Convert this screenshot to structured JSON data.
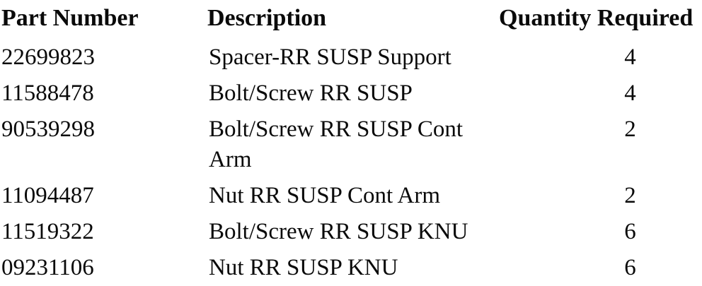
{
  "table": {
    "columns": [
      {
        "label": "Part Number"
      },
      {
        "label": "Description"
      },
      {
        "label": "Quantity Required"
      }
    ],
    "rows": [
      {
        "part_number": "22699823",
        "description": "Spacer-RR SUSP Support",
        "quantity": "4"
      },
      {
        "part_number": "11588478",
        "description": "Bolt/Screw RR SUSP",
        "quantity": "4"
      },
      {
        "part_number": "90539298",
        "description": "Bolt/Screw RR SUSP Cont Arm",
        "quantity": "2"
      },
      {
        "part_number": "11094487",
        "description": "Nut RR SUSP Cont Arm",
        "quantity": "2"
      },
      {
        "part_number": "11519322",
        "description": "Bolt/Screw RR SUSP KNU",
        "quantity": "6"
      },
      {
        "part_number": "09231106",
        "description": "Nut RR SUSP KNU",
        "quantity": "6"
      }
    ]
  }
}
